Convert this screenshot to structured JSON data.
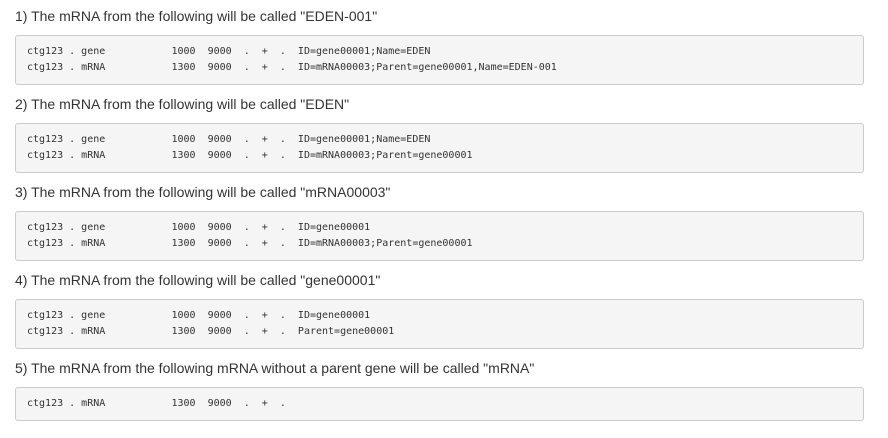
{
  "sections": [
    {
      "heading": "1) The mRNA from the following will be called \"EDEN-001\"",
      "lines": [
        "ctg123 . gene           1000  9000  .  +  .  ID=gene00001;Name=EDEN",
        "ctg123 . mRNA           1300  9000  .  +  .  ID=mRNA00003;Parent=gene00001,Name=EDEN-001"
      ]
    },
    {
      "heading": "2) The mRNA from the following will be called \"EDEN\"",
      "lines": [
        "ctg123 . gene           1000  9000  .  +  .  ID=gene00001;Name=EDEN",
        "ctg123 . mRNA           1300  9000  .  +  .  ID=mRNA00003;Parent=gene00001"
      ]
    },
    {
      "heading": "3) The mRNA from the following will be called \"mRNA00003\"",
      "lines": [
        "ctg123 . gene           1000  9000  .  +  .  ID=gene00001",
        "ctg123 . mRNA           1300  9000  .  +  .  ID=mRNA00003;Parent=gene00001"
      ]
    },
    {
      "heading": "4) The mRNA from the following will be called \"gene00001\"",
      "lines": [
        "ctg123 . gene           1000  9000  .  +  .  ID=gene00001",
        "ctg123 . mRNA           1300  9000  .  +  .  Parent=gene00001"
      ]
    },
    {
      "heading": "5) The mRNA from the following mRNA without a parent gene will be called \"mRNA\"",
      "lines": [
        "ctg123 . mRNA           1300  9000  .  +  ."
      ]
    }
  ]
}
